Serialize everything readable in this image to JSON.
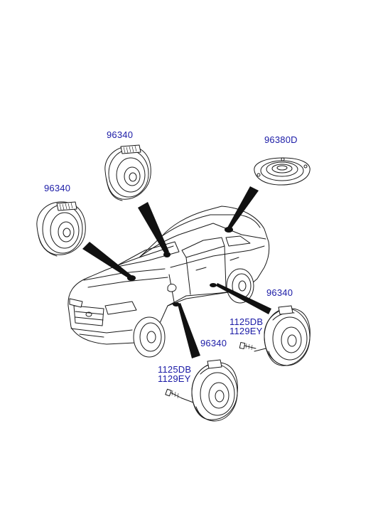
{
  "label_color": "#1a1aa6",
  "callouts": {
    "front_tweeter_top": "96340",
    "front_tweeter_left": "96340",
    "rear_shelf_speaker": "96380D",
    "rear_door_speaker": "96340",
    "rear_door_screw_a": "1125DB",
    "rear_door_screw_b": "1129EY",
    "front_door_speaker": "96340",
    "front_door_screw_a": "1125DB",
    "front_door_screw_b": "1129EY"
  }
}
